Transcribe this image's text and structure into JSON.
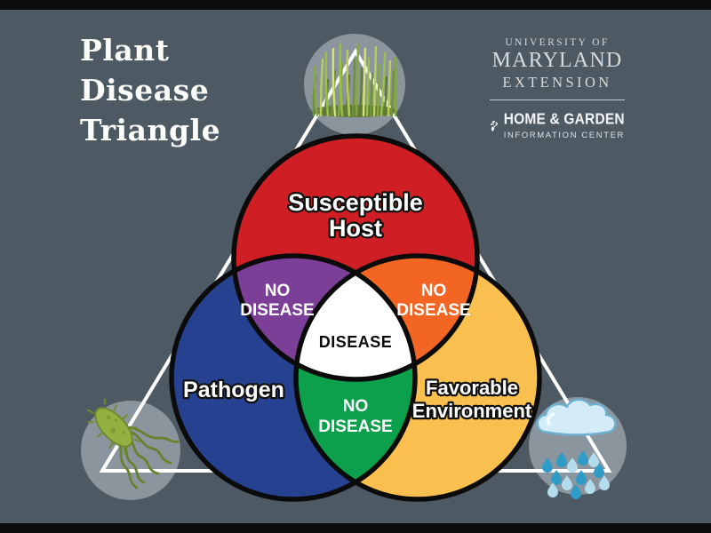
{
  "title": {
    "lines": [
      "Plant",
      "Disease",
      "Triangle"
    ]
  },
  "logos": {
    "umd": {
      "line1": "UNIVERSITY OF",
      "line2": "MARYLAND",
      "line3": "EXTENSION"
    },
    "hgic": {
      "name": "HOME & GARDEN",
      "subtitle": "INFORMATION CENTER",
      "icon": "trowel-plant-icon"
    }
  },
  "colors": {
    "background": "#4D5A64",
    "letterbox": "#0B0B0B",
    "triangle_stroke": "#FFFFFF",
    "corner_circle": "#8B959E",
    "circle_outline": "#0B0B0B"
  },
  "venn": {
    "host": {
      "lines": [
        "Susceptible",
        "Host"
      ],
      "color": "#D01F24"
    },
    "pathogen": {
      "lines": [
        "Pathogen"
      ],
      "color": "#25418F"
    },
    "environment": {
      "lines": [
        "Favorable",
        "Environment"
      ],
      "color": "#F9C050"
    },
    "overlap_host_pathogen": {
      "lines": [
        "NO",
        "DISEASE"
      ],
      "color": "#7B3F98"
    },
    "overlap_host_environment": {
      "lines": [
        "NO",
        "DISEASE"
      ],
      "color": "#F26522"
    },
    "overlap_pathogen_environment": {
      "lines": [
        "NO",
        "DISEASE"
      ],
      "color": "#0CA04D"
    },
    "center": {
      "lines": [
        "DISEASE"
      ],
      "color": "#FFFFFF"
    }
  },
  "corner_icons": {
    "top": "grass",
    "bottom_left": "bacteria",
    "bottom_right": "rain-cloud"
  }
}
